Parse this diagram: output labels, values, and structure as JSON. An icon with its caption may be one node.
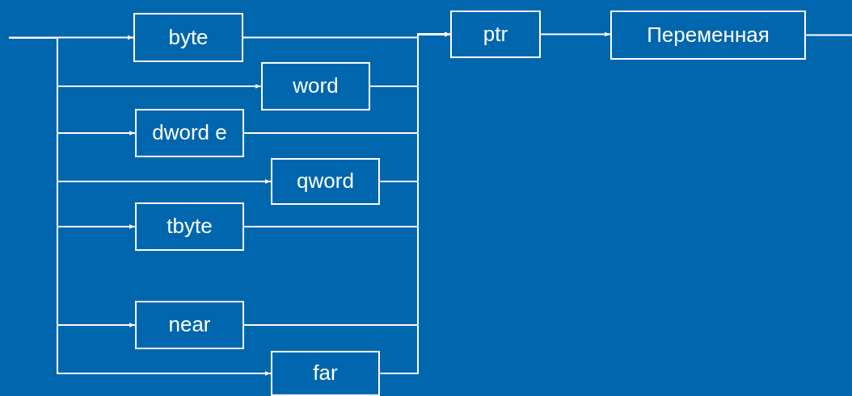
{
  "diagram": {
    "nodes": [
      {
        "text": [
          "byte"
        ]
      },
      {
        "text": [
          "word"
        ]
      },
      {
        "text": [
          "dword e"
        ]
      },
      {
        "text": [
          "qword"
        ]
      },
      {
        "text": [
          "tbyte"
        ]
      },
      {
        "text": [
          "near"
        ]
      },
      {
        "text": [
          "far"
        ]
      },
      {
        "text": [
          "ptr"
        ]
      },
      {
        "text": [
          "Переменная"
        ]
      }
    ],
    "edges": [
      {
        "from": null,
        "to": 0,
        "arrow": "to"
      },
      {
        "from": null,
        "to": 1,
        "arrow": "to"
      },
      {
        "from": null,
        "to": 2,
        "arrow": "to"
      },
      {
        "from": null,
        "to": 3,
        "arrow": "to"
      },
      {
        "from": null,
        "to": 4,
        "arrow": "to"
      },
      {
        "from": null,
        "to": 5,
        "arrow": "to"
      },
      {
        "from": null,
        "to": 6,
        "arrow": "to"
      },
      {
        "from": 0,
        "to": 7,
        "arrow": "to"
      },
      {
        "from": 1,
        "to": 7,
        "arrow": "to"
      },
      {
        "from": 2,
        "to": 7,
        "arrow": "to"
      },
      {
        "from": 3,
        "to": 7,
        "arrow": "to"
      },
      {
        "from": 4,
        "to": 7,
        "arrow": "to"
      },
      {
        "from": 5,
        "to": 7,
        "arrow": "to"
      },
      {
        "from": 6,
        "to": 7,
        "arrow": "to"
      },
      {
        "from": 7,
        "to": 8,
        "arrow": "to"
      },
      {
        "from": 8,
        "to": null,
        "arrow": "none"
      }
    ]
  }
}
